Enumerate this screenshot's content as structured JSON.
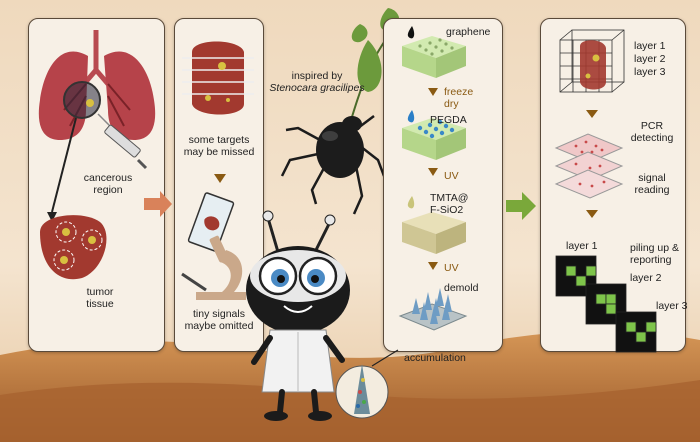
{
  "panel1": {
    "cancerous_region": [
      "cancerous",
      "region"
    ],
    "tumor_tissue": [
      "tumor",
      "tissue"
    ]
  },
  "panel2": {
    "missed": [
      "some targets",
      "may be missed"
    ],
    "omitted": [
      "tiny signals",
      "maybe omitted"
    ]
  },
  "inspired": {
    "line1": "inspired by",
    "line2": "Stenocara gracilipes"
  },
  "fabrication": {
    "graphene": "graphene",
    "freeze_dry": [
      "freeze",
      "dry"
    ],
    "pegda": "PEGDA",
    "uv1": "UV",
    "tmta": [
      "TMTA@",
      "F-SiO2"
    ],
    "uv2": "UV",
    "demold": "demold",
    "accumulation": "accumulation"
  },
  "panel4": {
    "layers": [
      "layer 1",
      "layer 2",
      "layer 3"
    ],
    "pcr": [
      "PCR",
      "detecting"
    ],
    "signal": [
      "signal",
      "reading"
    ],
    "stack_layer1": "layer 1",
    "piling": [
      "piling up &",
      "reporting"
    ],
    "stack_layer2": "layer 2",
    "stack_layer3": "layer 3"
  },
  "colors": {
    "sky_top": "#f1ddc1",
    "sand": "#c98a4c",
    "panel_fill": "#f7f0e6",
    "arrow_orange": "#d9825a",
    "arrow_green": "#7aa83a",
    "lung": "#b6434a",
    "tissue": "#a2392f",
    "grid_green": "#7ec44a"
  }
}
